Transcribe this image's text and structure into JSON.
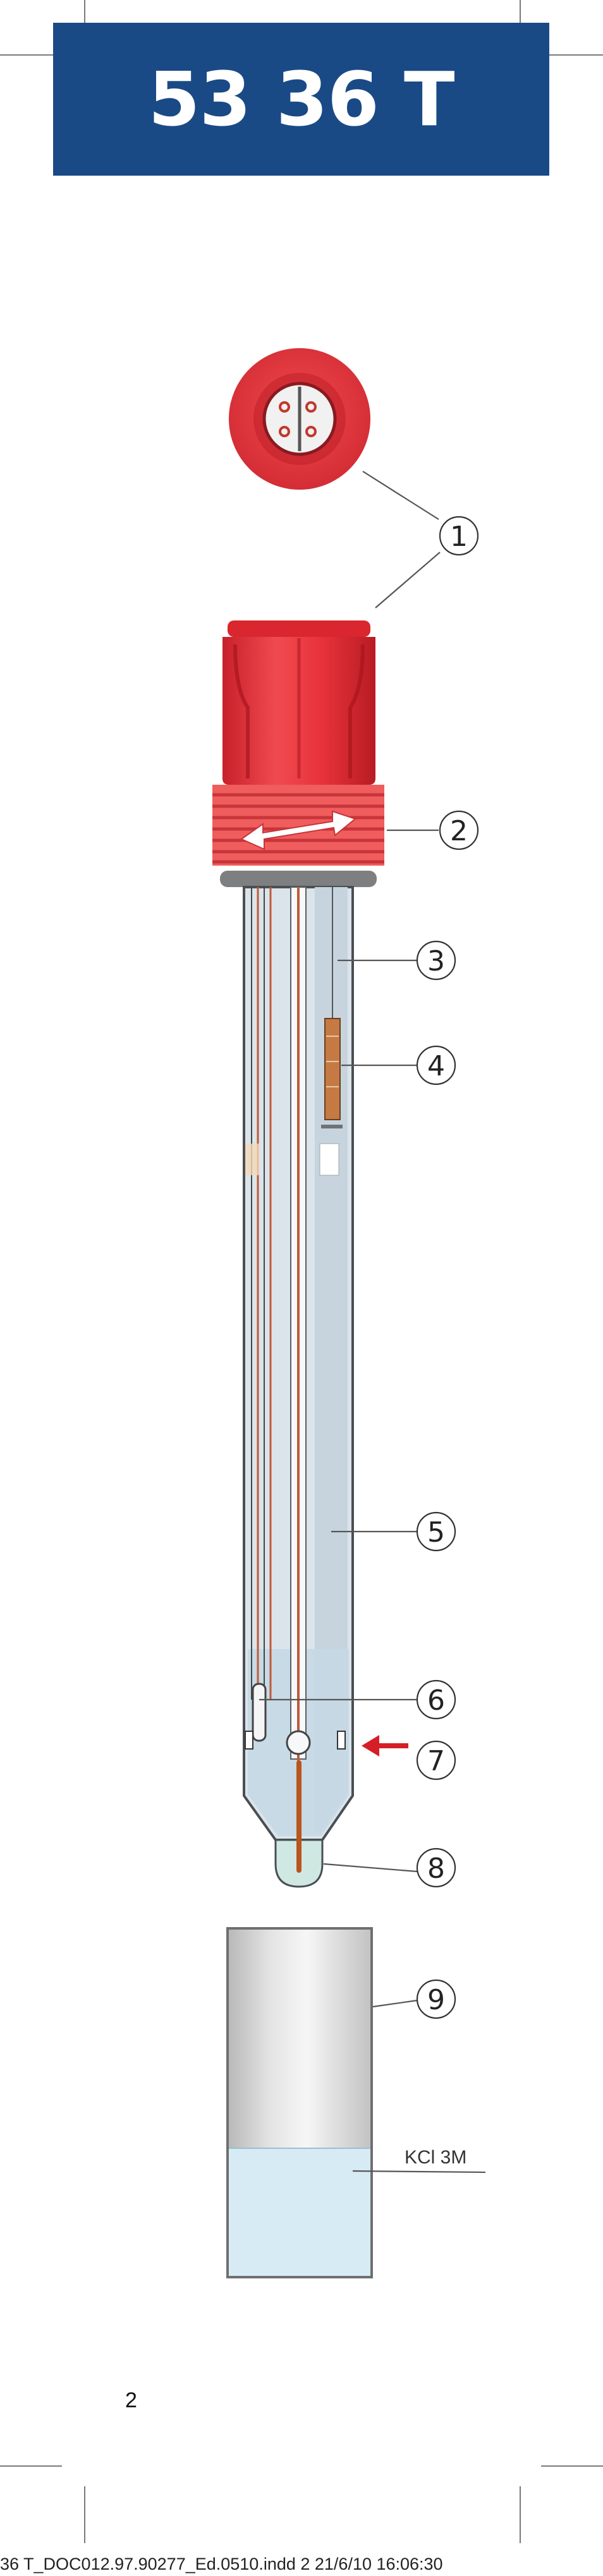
{
  "header": {
    "title": "53 36 T",
    "band_color": "#1a4a86"
  },
  "electrode_colors": {
    "cap": "#e8323a",
    "thread": "#f06868",
    "glass": "#c7d4dd",
    "solution": "#d7ebf4"
  },
  "callouts": [
    "1",
    "2",
    "3",
    "4",
    "5",
    "6",
    "7",
    "8",
    "9"
  ],
  "storage_label": "KCl 3M",
  "page_number": "2",
  "footer_slug": "36 T_DOC012.97.90277_Ed.0510.indd   2          21/6/10   16:06:30"
}
